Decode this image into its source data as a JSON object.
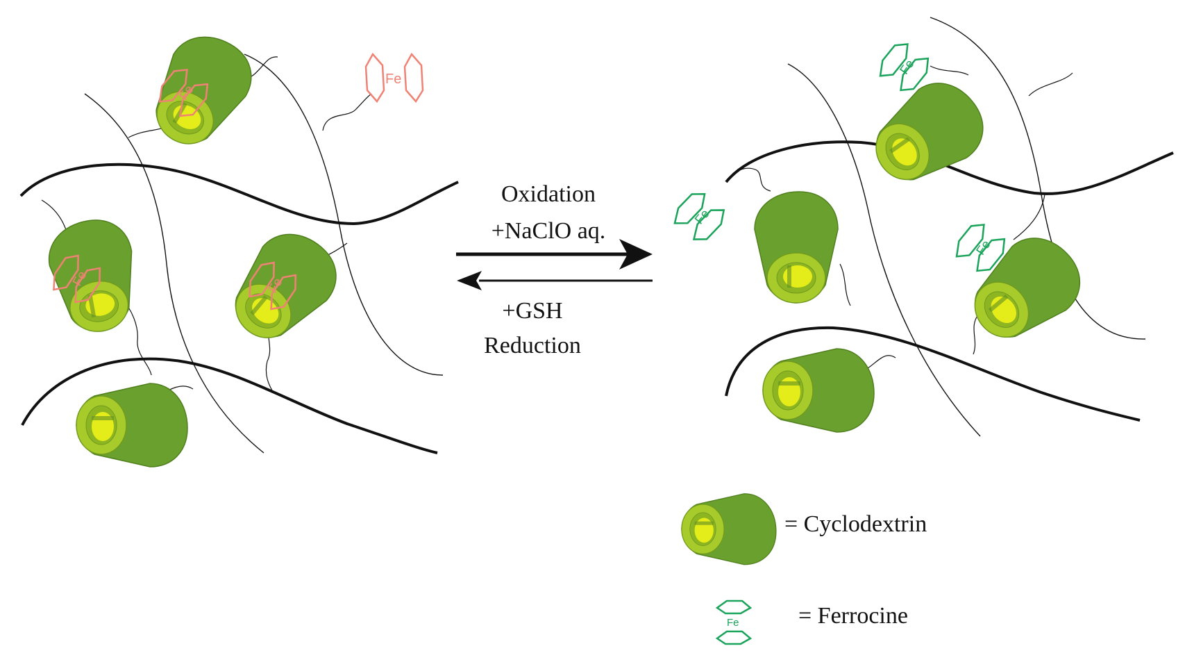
{
  "reaction": {
    "forward_line1": "Oxidation",
    "forward_line2": "+NaClO aq.",
    "reverse_line1": "+GSH",
    "reverse_line2": "Reduction"
  },
  "legend": {
    "cyclodextrin": "= Cyclodextrin",
    "ferrocene": "= Ferrocine"
  },
  "fe_symbol": "Fe",
  "colors": {
    "cd_outer": "#6aa12e",
    "cd_rim": "#a8cb2c",
    "cd_inner": "#e4ec1a",
    "ferrocene_bound": "#ef8275",
    "ferrocene_free": "#1aa35a",
    "strands": "#111111"
  }
}
